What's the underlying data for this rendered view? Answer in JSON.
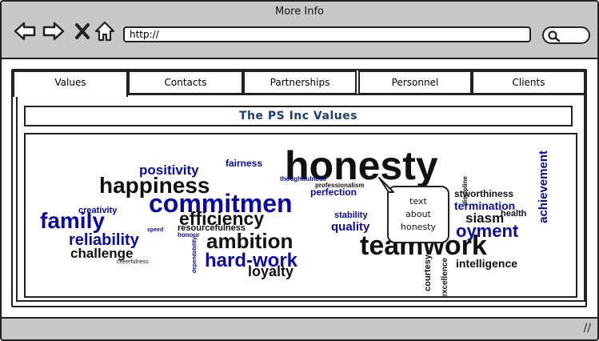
{
  "window": {
    "title": "More Info"
  },
  "browser": {
    "url": "http://"
  },
  "tabs": [
    {
      "label": "Values"
    },
    {
      "label": "Contacts"
    },
    {
      "label": "Partnerships"
    },
    {
      "label": "Personnel"
    },
    {
      "label": "Clients"
    }
  ],
  "panel": {
    "heading": "The PS Inc Values"
  },
  "tooltip": {
    "line1": "text",
    "line2": "about",
    "line3": "honesty"
  },
  "cloud": {
    "honesty": "honesty",
    "happiness": "happiness",
    "positivity": "positivity",
    "fairness": "fairness",
    "commitment": "commitmen",
    "family": "family",
    "creativity": "creativity",
    "efficiency": "efficiency",
    "reliability": "reliability",
    "challenge": "challenge",
    "cheerfulness": "cheerfulness",
    "speed": "speed",
    "honour": "honour",
    "resourcefulness": "resourcefulness",
    "ambition": "ambition",
    "hardwork": "hard-work",
    "loyalty": "loyalty",
    "dependability": "dependability",
    "thoughtfulness": "thoughtfulness",
    "professionalism": "professionalism",
    "perfection": "perfection",
    "stability": "stability",
    "quality": "quality",
    "teamwork": "teamwork",
    "intelligence": "intelligence",
    "courtesy": "courtesy",
    "excellence": "excellence",
    "trustworthiness": "stworthiness",
    "determination": "termination",
    "enthusiasm": "siasm",
    "enjoyment": "oyment",
    "health": "health",
    "achievement": "achievement",
    "discipline": "discipline"
  },
  "colors": {
    "dark": "#111111",
    "blue": "#0a0aa8",
    "heading": "#1b3e78"
  }
}
